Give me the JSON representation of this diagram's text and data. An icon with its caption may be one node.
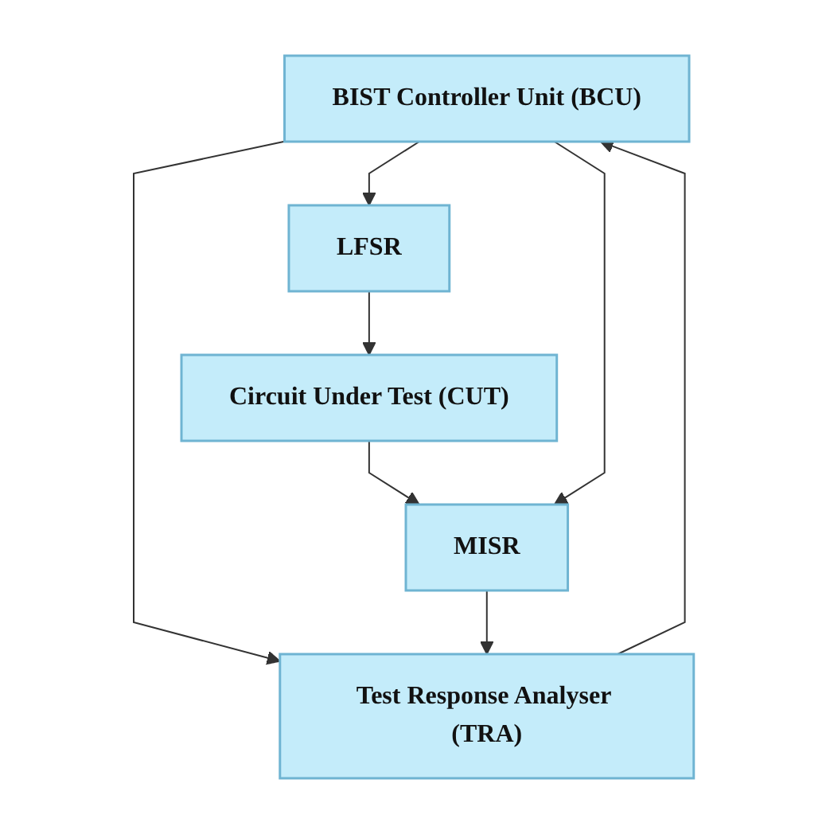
{
  "diagram": {
    "nodes": [
      {
        "text": [
          "BIST Controller Unit (BCU)"
        ]
      },
      {
        "text": [
          "LFSR"
        ]
      },
      {
        "text": [
          "Circuit Under Test (CUT)"
        ]
      },
      {
        "text": [
          "MISR"
        ]
      },
      {
        "text": [
          "Test Response Analyser (TRA)"
        ]
      }
    ],
    "edges": [
      {
        "from": 0,
        "to": 1,
        "arrow": "to"
      },
      {
        "from": 1,
        "to": 2,
        "arrow": "to"
      },
      {
        "from": 2,
        "to": 3,
        "arrow": "to"
      },
      {
        "from": 0,
        "to": 3,
        "arrow": "to"
      },
      {
        "from": 0,
        "to": 4,
        "arrow": "to"
      },
      {
        "from": 3,
        "to": 4,
        "arrow": "to"
      },
      {
        "from": 4,
        "to": 0,
        "arrow": "to"
      }
    ]
  }
}
